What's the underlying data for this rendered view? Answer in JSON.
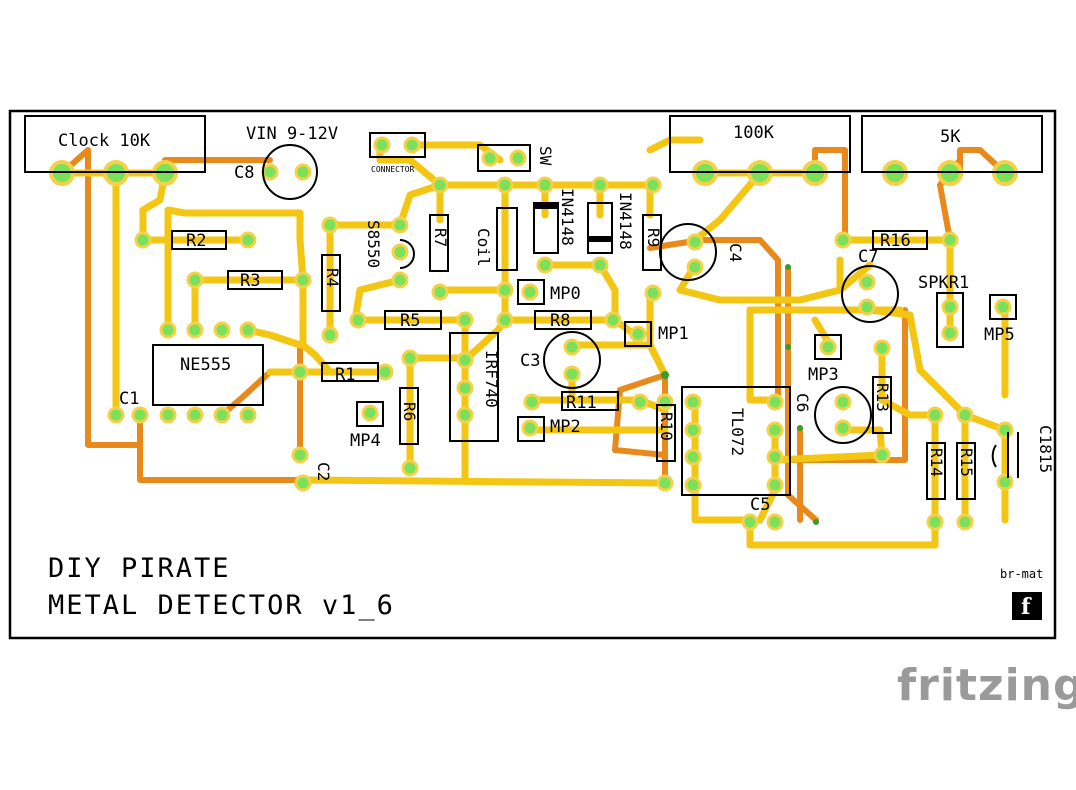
{
  "board": {
    "title_line1": "DIY PIRATE",
    "title_line2": "METAL DETECTOR v1_6",
    "author": "br-mat",
    "logo_glyph": "f",
    "app_brand": "fritzing"
  },
  "labels": {
    "pot_clock": "Clock 10K",
    "pot_100k": "100K",
    "pot_5k": "5K",
    "vin": "VIN 9-12V",
    "switch": "SW",
    "c8": "C8",
    "c1": "C1",
    "c2": "C2",
    "c3": "C3",
    "c4": "C4",
    "c5": "C5",
    "c6": "C6",
    "c7": "C7",
    "r1": "R1",
    "r2": "R2",
    "r3": "R3",
    "r4": "R4",
    "r5": "R5",
    "r6": "R6",
    "r7": "R7",
    "r8": "R8",
    "r9": "R9",
    "r10": "R10",
    "r11": "R11",
    "r13": "R13",
    "r14": "R14",
    "r15": "R15",
    "r16": "R16",
    "ic555": "NE555",
    "tl072": "TL072",
    "irf": "IRF740",
    "s8550": "S8550",
    "c1815": "C1815",
    "coil": "Coil",
    "d1": "IN4148",
    "d2": "IN4148",
    "spkr": "SPKR1",
    "mp0": "MP0",
    "mp1": "MP1",
    "mp2": "MP2",
    "mp3": "MP3",
    "mp4": "MP4",
    "mp5": "MP5",
    "connector": "CONNECTOR"
  },
  "colors": {
    "top_trace": "#f3c614",
    "bottom_trace": "#e8891c",
    "pad": "#7be05a",
    "pad_ring": "#f3d24a",
    "silk": "#000000",
    "brand": "#9a9a9a"
  }
}
